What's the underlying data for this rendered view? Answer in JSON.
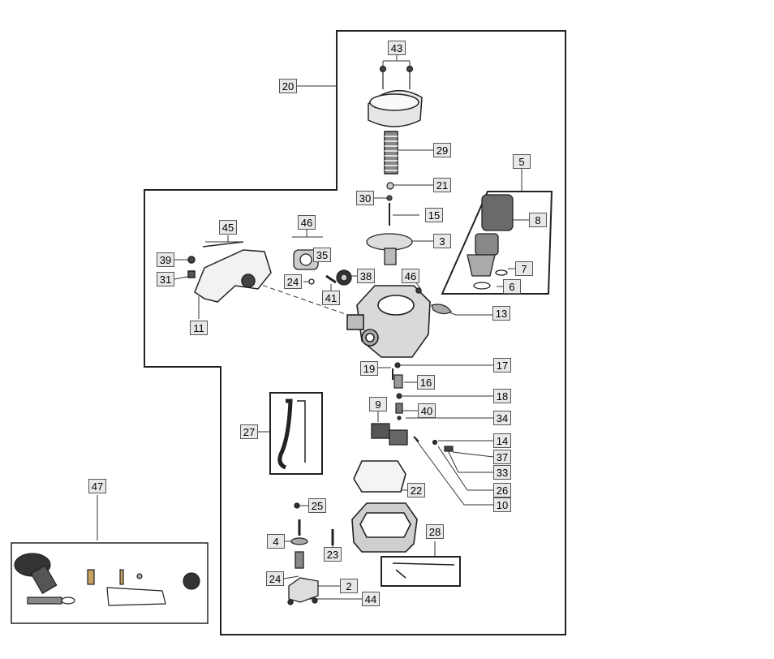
{
  "callouts": {
    "c43": "43",
    "c20": "20",
    "c29": "29",
    "c21": "21",
    "c30": "30",
    "c15": "15",
    "c5": "5",
    "c8": "8",
    "c3": "3",
    "c7": "7",
    "c6": "6",
    "c45": "45",
    "c46a": "46",
    "c39": "39",
    "c35": "35",
    "c31": "31",
    "c24a": "24",
    "c38": "38",
    "c41": "41",
    "c46b": "46",
    "c13": "13",
    "c11": "11",
    "c17": "17",
    "c19": "19",
    "c16": "16",
    "c18": "18",
    "c9": "9",
    "c40": "40",
    "c34": "34",
    "c27": "27",
    "c14": "14",
    "c37": "37",
    "c33": "33",
    "c22": "22",
    "c26": "26",
    "c10": "10",
    "c47": "47",
    "c25": "25",
    "c28": "28",
    "c4": "4",
    "c23": "23",
    "c24b": "24",
    "c2": "2",
    "c44": "44"
  }
}
